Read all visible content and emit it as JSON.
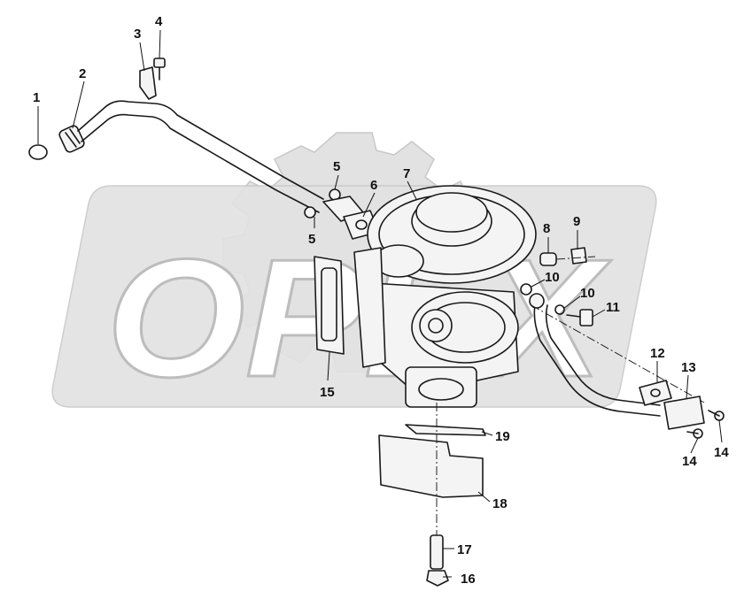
{
  "watermark": {
    "text": "OPEX",
    "color": "#e2e2e2"
  },
  "callouts": {
    "c1": "1",
    "c2": "2",
    "c3": "3",
    "c4": "4",
    "c5a": "5",
    "c5b": "5",
    "c6": "6",
    "c7": "7",
    "c8": "8",
    "c9": "9",
    "c10a": "10",
    "c10b": "10",
    "c11": "11",
    "c12": "12",
    "c13": "13",
    "c14a": "14",
    "c14b": "14",
    "c15": "15",
    "c16": "16",
    "c17": "17",
    "c18": "18",
    "c19": "19"
  }
}
